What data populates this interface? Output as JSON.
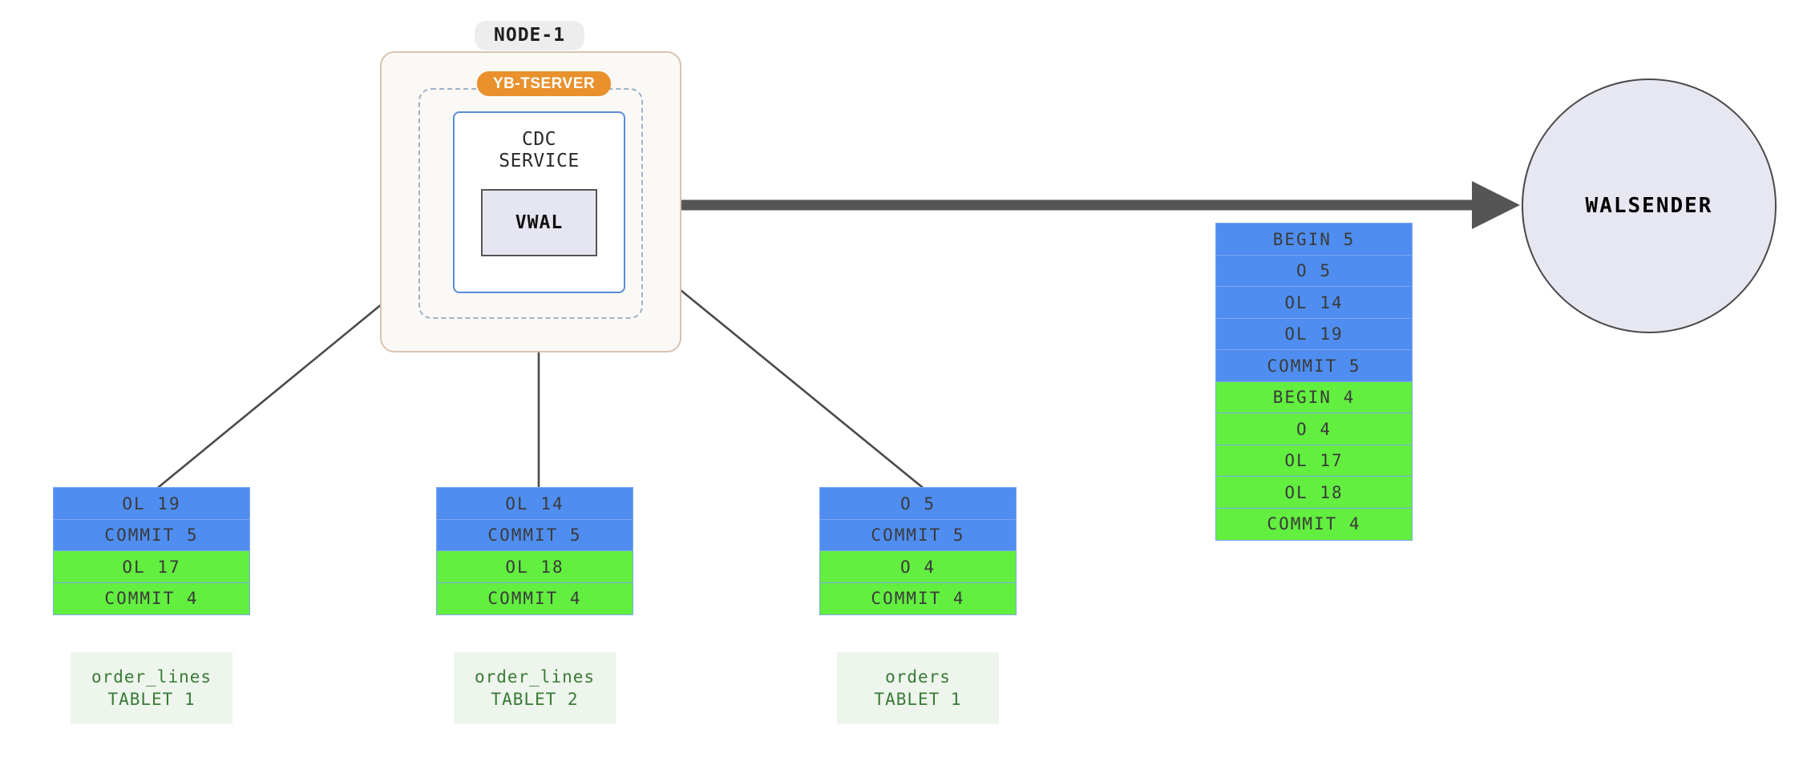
{
  "diagram": {
    "node": {
      "badge_label": "NODE-1",
      "tserver_label": "YB-TSERVER",
      "cdc_line1": "CDC",
      "cdc_line2": "SERVICE",
      "vwal_label": "VWAL"
    },
    "walsender": {
      "label": "WALSENDER"
    },
    "colors": {
      "blue_record": "#4f8ef0",
      "green_record": "#62ef3f",
      "record_border": "#7ca7f0",
      "tserver_badge": "#e8912d",
      "node_border": "#d8c3af",
      "node_fill": "#fbf9f6",
      "tserver_dashed": "#9db3c4",
      "cdc_border": "#5a8cdc",
      "vwal_fill": "#e6e6f2",
      "vwal_border": "#555555",
      "walsender_fill": "#e7e7f2",
      "walsender_border": "#4a4a4a",
      "arrow": "#4a4a4a",
      "tablet_label_fill": "#edf5ec",
      "tablet_label_text": "#3a7a36"
    },
    "vwal_output_stack": {
      "name": "vwal-output-stack",
      "records": [
        {
          "label": "BEGIN 5",
          "color": "blue"
        },
        {
          "label": "O 5",
          "color": "blue"
        },
        {
          "label": "OL 14",
          "color": "blue"
        },
        {
          "label": "OL 19",
          "color": "blue"
        },
        {
          "label": "COMMIT 5",
          "color": "blue"
        },
        {
          "label": "BEGIN 4",
          "color": "green"
        },
        {
          "label": "O 4",
          "color": "green"
        },
        {
          "label": "OL 17",
          "color": "green"
        },
        {
          "label": "OL 18",
          "color": "green"
        },
        {
          "label": "COMMIT 4",
          "color": "green"
        }
      ]
    },
    "tablets": [
      {
        "name": "order-lines-tablet-1",
        "table": "order_lines",
        "tablet": "TABLET 1",
        "records": [
          {
            "label": "OL 19",
            "color": "blue"
          },
          {
            "label": "COMMIT 5",
            "color": "blue"
          },
          {
            "label": "OL 17",
            "color": "green"
          },
          {
            "label": "COMMIT 4",
            "color": "green"
          }
        ]
      },
      {
        "name": "order-lines-tablet-2",
        "table": "order_lines",
        "tablet": "TABLET 2",
        "records": [
          {
            "label": "OL 14",
            "color": "blue"
          },
          {
            "label": "COMMIT 5",
            "color": "blue"
          },
          {
            "label": "OL 18",
            "color": "green"
          },
          {
            "label": "COMMIT 4",
            "color": "green"
          }
        ]
      },
      {
        "name": "orders-tablet-1",
        "table": "orders",
        "tablet": "TABLET 1",
        "records": [
          {
            "label": "O 5",
            "color": "blue"
          },
          {
            "label": "COMMIT 5",
            "color": "blue"
          },
          {
            "label": "O 4",
            "color": "green"
          },
          {
            "label": "COMMIT 4",
            "color": "green"
          }
        ]
      }
    ]
  }
}
